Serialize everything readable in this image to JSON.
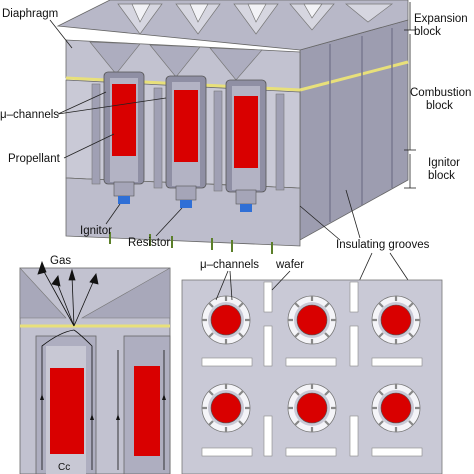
{
  "labels": {
    "diaphragm": "Diaphragm",
    "expansion_block": "Expansion block",
    "combustion_block": "Combustion block",
    "ignitor_block": "Ignitor block",
    "u_channels_top": "μ–channels",
    "propellant": "Propellant",
    "ignitor": "Ignitor",
    "resistor": "Resistor",
    "insulating_grooves": "Insulating grooves",
    "gas": "Gas",
    "u_channels_bottom": "μ–channels",
    "wafer": "wafer",
    "cut_label": "Cc"
  },
  "colors": {
    "block": "#c9c9d6",
    "block_dark": "#9d9db0",
    "propellant": "#d90000",
    "diaphragm": "#e8e07a",
    "resistor": "#2f6fd6"
  }
}
